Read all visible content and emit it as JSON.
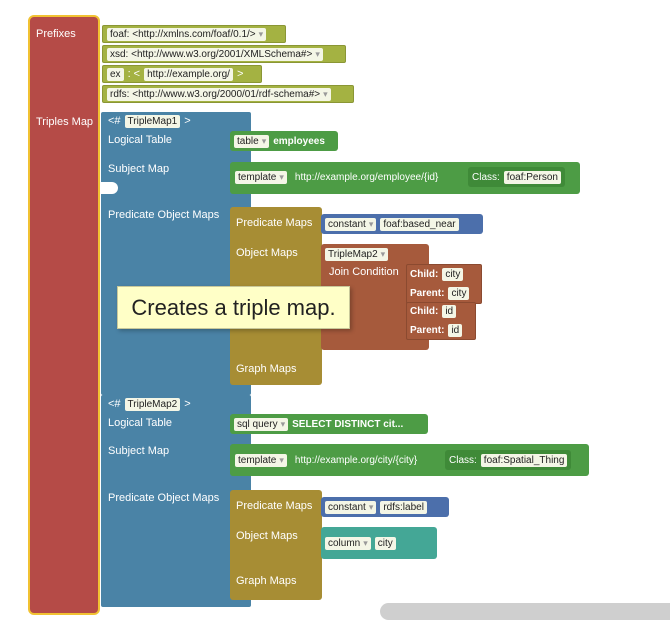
{
  "root": {
    "prefixes_label": "Prefixes",
    "triples_map_label": "Triples Map"
  },
  "prefixes": [
    {
      "text": "foaf: <http://xmlns.com/foaf/0.1/>"
    },
    {
      "text": "xsd: <http://www.w3.org/2001/XMLSchema#>"
    },
    {
      "prefix": "ex",
      "sep": ": <",
      "uri": "http://example.org/",
      "end": ">"
    },
    {
      "text": "rdfs: <http://www.w3.org/2000/01/rdf-schema#>"
    }
  ],
  "map1": {
    "hash": "<#",
    "name": "TripleMap1",
    "close": ">",
    "logical_table_label": "Logical Table",
    "logical_type": "table",
    "logical_value": "employees",
    "subject_map_label": "Subject Map",
    "subject_type": "template",
    "subject_value": "http://example.org/employee/{id}",
    "class_label": "Class:",
    "class_value": "foaf:Person",
    "pom_label": "Predicate Object Maps",
    "predicate_maps_label": "Predicate Maps",
    "predicate_type": "constant",
    "predicate_value": "foaf:based_near",
    "object_maps_label": "Object Maps",
    "ref_map": "TripleMap2",
    "join_condition_label": "Join Condition",
    "joins": [
      {
        "child_label": "Child:",
        "child": "city",
        "parent_label": "Parent:",
        "parent": "city"
      },
      {
        "child_label": "Child:",
        "child": "id",
        "parent_label": "Parent:",
        "parent": "id"
      }
    ],
    "graph_maps_label": "Graph Maps"
  },
  "map2": {
    "hash": "<#",
    "name": "TripleMap2",
    "close": ">",
    "logical_table_label": "Logical Table",
    "logical_type": "sql query",
    "logical_value": "SELECT  DISTINCT cit...",
    "subject_map_label": "Subject Map",
    "subject_type": "template",
    "subject_value": "http://example.org/city/{city}",
    "class_label": "Class:",
    "class_value": "foaf:Spatial_Thing",
    "pom_label": "Predicate Object Maps",
    "predicate_maps_label": "Predicate Maps",
    "predicate_type": "constant",
    "predicate_value": "rdfs:label",
    "object_maps_label": "Object Maps",
    "column_type": "column",
    "column_value": "city",
    "graph_maps_label": "Graph Maps"
  },
  "tooltip": "Creates a triple map."
}
